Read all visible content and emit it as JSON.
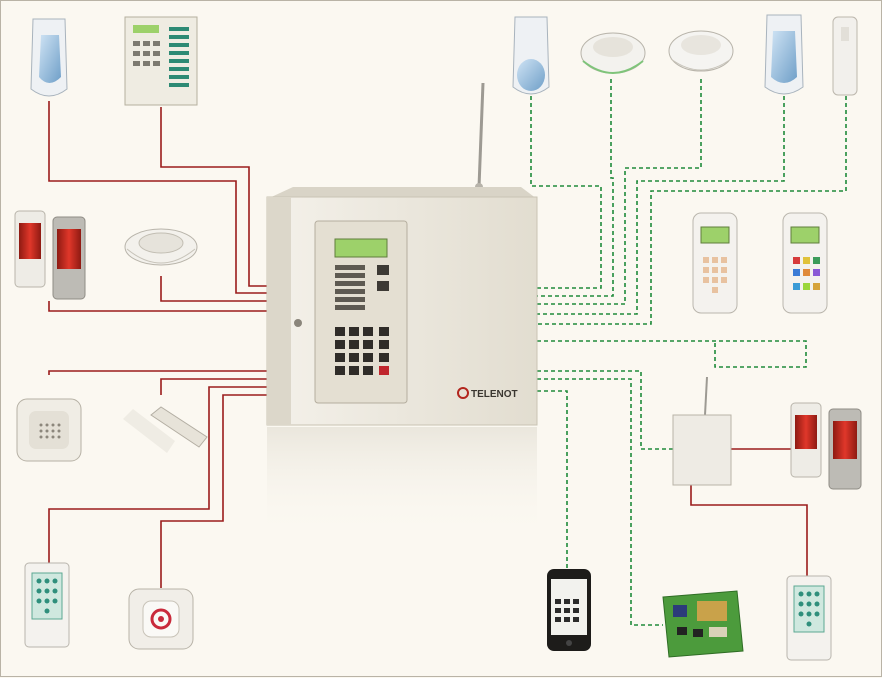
{
  "diagram": {
    "panel_brand": "TELENOT",
    "colors": {
      "background": "#fbf8f1",
      "wired_line": "#9b1c1c",
      "wireless_line": "#1f8a3a",
      "panel": "#ebe7dc",
      "lcd": "#9dd16a",
      "beacon_red": "#d0281d"
    },
    "devices": [
      {
        "id": "motion-detector-top-left",
        "icon": "motion-detector-icon",
        "link": "wired"
      },
      {
        "id": "operating-panel-top",
        "icon": "control-keypad-icon",
        "link": "wired"
      },
      {
        "id": "siren-beacon-left",
        "icon": "siren-beacon-icon",
        "link": "wired"
      },
      {
        "id": "smoke-detector-left",
        "icon": "smoke-detector-icon",
        "link": "wired"
      },
      {
        "id": "speaker-module",
        "icon": "speaker-icon",
        "link": "wired"
      },
      {
        "id": "magnetic-contacts",
        "icon": "magnetic-contact-icon",
        "link": "wired"
      },
      {
        "id": "keypad-reader-left",
        "icon": "keypad-icon",
        "link": "wired"
      },
      {
        "id": "emergency-button",
        "icon": "panic-button-icon",
        "link": "wired"
      },
      {
        "id": "wireless-motion-detector-1",
        "icon": "motion-detector-icon",
        "link": "wireless"
      },
      {
        "id": "wireless-smoke-detector-1",
        "icon": "smoke-detector-icon",
        "link": "wireless"
      },
      {
        "id": "wireless-smoke-detector-2",
        "icon": "smoke-detector-icon",
        "link": "wireless"
      },
      {
        "id": "wireless-motion-detector-2",
        "icon": "motion-detector-icon",
        "link": "wireless"
      },
      {
        "id": "wireless-door-contact",
        "icon": "door-contact-icon",
        "link": "wireless"
      },
      {
        "id": "remote-control-1",
        "icon": "remote-control-icon",
        "link": "wireless"
      },
      {
        "id": "remote-control-2",
        "icon": "remote-control-icon",
        "link": "wireless"
      },
      {
        "id": "wireless-receiver",
        "icon": "radio-receiver-icon",
        "link": "wireless"
      },
      {
        "id": "siren-beacon-right",
        "icon": "siren-beacon-icon",
        "link": "wired"
      },
      {
        "id": "keypad-reader-right",
        "icon": "keypad-icon",
        "link": "wired"
      },
      {
        "id": "smartphone",
        "icon": "smartphone-icon",
        "link": "wireless"
      },
      {
        "id": "communication-board",
        "icon": "circuit-board-icon",
        "link": "wireless"
      }
    ]
  }
}
